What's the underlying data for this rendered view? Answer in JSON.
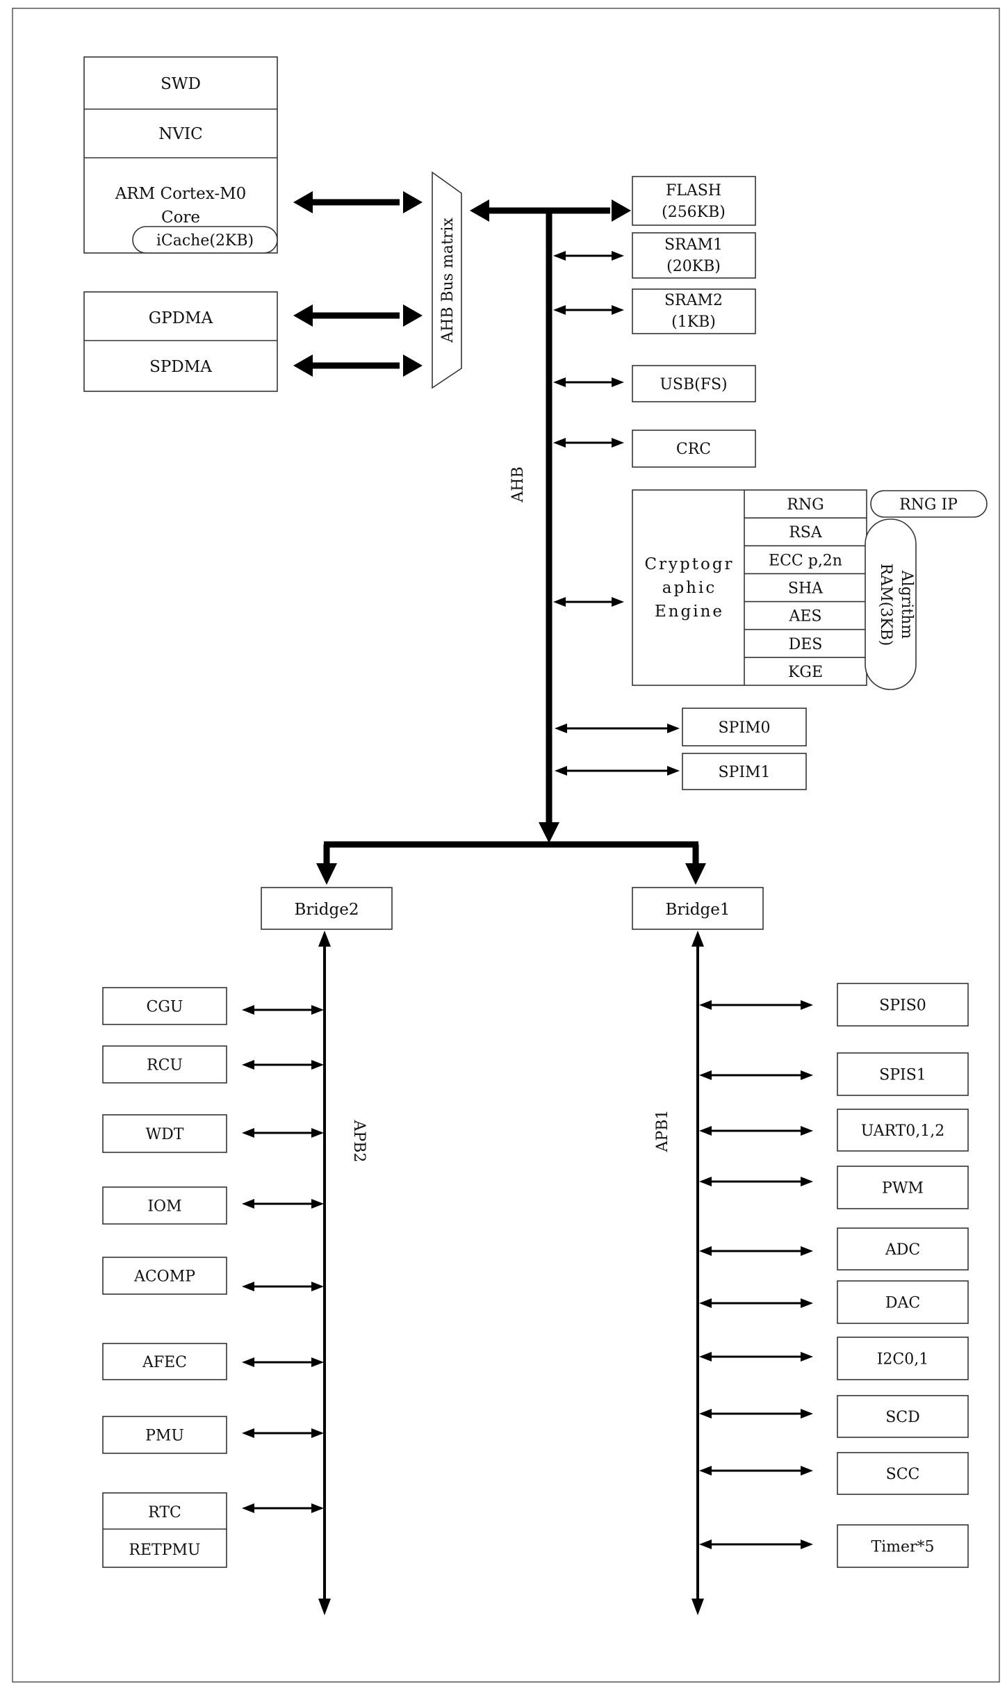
{
  "cpu_block": {
    "swd": "SWD",
    "nvic": "NVIC",
    "core_line1": "ARM Cortex-M0",
    "core_line2": "Core",
    "icache": "iCache(2KB)"
  },
  "dma_block": {
    "gpdma": "GPDMA",
    "spdma": "SPDMA"
  },
  "bus_matrix": "AHB Bus matrix",
  "ahb_label": "AHB",
  "memories": [
    {
      "line1": "FLASH",
      "line2": "(256KB)"
    },
    {
      "line1": "SRAM1",
      "line2": "(20KB)"
    },
    {
      "line1": "SRAM2",
      "line2": "(1KB)"
    }
  ],
  "usb": "USB(FS)",
  "crc": "CRC",
  "crypto": {
    "line1": "Cryptogr",
    "line2": "aphic",
    "line3": "Engine",
    "modules": [
      "RNG",
      "RSA",
      "ECC p,2n",
      "SHA",
      "AES",
      "DES",
      "KGE"
    ],
    "rng_ip": "RNG IP",
    "algo_ram_line1": "Algrithm",
    "algo_ram_line2": "RAM(3KB)"
  },
  "spim": [
    "SPIM0",
    "SPIM1"
  ],
  "bridge2": "Bridge2",
  "bridge1": "Bridge1",
  "apb2_label": "APB2",
  "apb1_label": "APB1",
  "apb2_peripherals": [
    "CGU",
    "RCU",
    "WDT",
    "IOM",
    "ACOMP",
    "AFEC",
    "PMU"
  ],
  "rtc": "RTC",
  "retpmu": "RETPMU",
  "apb1_peripherals": [
    "SPIS0",
    "SPIS1",
    "UART0,1,2",
    "PWM",
    "ADC",
    "DAC",
    "I2C0,1",
    "SCD",
    "SCC",
    "Timer*5"
  ]
}
